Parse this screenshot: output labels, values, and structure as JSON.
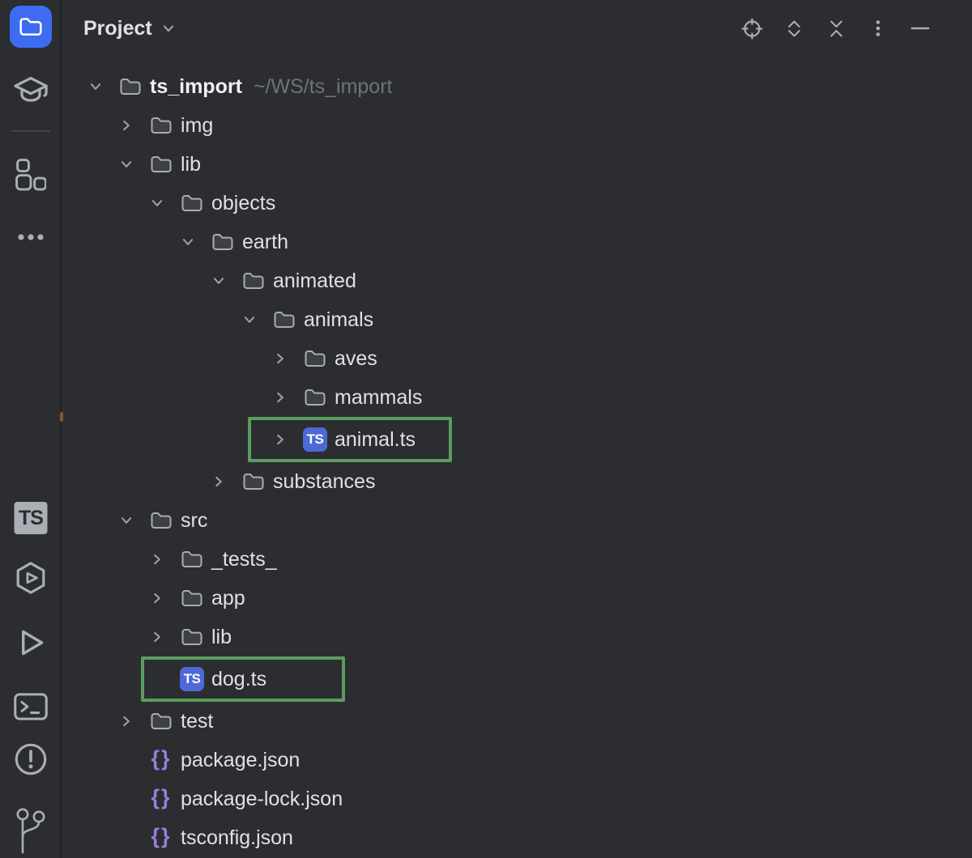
{
  "colors": {
    "background": "#2B2D30",
    "panel_divider": "#1E1F22",
    "text_primary": "#DFE1E5",
    "text_muted": "#6E727A",
    "icon_gray": "#ABAEB5",
    "accent_blue": "#3D6CF2",
    "ts_file_blue": "#4E68D8",
    "json_purple": "#9B7CDE",
    "selection_green": "#5C9C5E",
    "folder_fill": "#3E4045"
  },
  "header": {
    "title": "Project",
    "actions": [
      "locate-opened-file",
      "expand-all",
      "collapse-all",
      "more-options",
      "hide-panel"
    ]
  },
  "sidebar": {
    "top_items": [
      "project",
      "learn",
      "structure",
      "more-tool-windows"
    ],
    "bottom_items": [
      "typescript",
      "services",
      "run",
      "terminal",
      "problems",
      "version-control"
    ],
    "ts_badge_label": "TS",
    "active_item": "project"
  },
  "tree": {
    "ts_badge_label": "TS",
    "json_badge_glyph": "{}",
    "items": [
      {
        "label": "ts_import",
        "hint": "~/WS/ts_import",
        "level": 0,
        "arrow": "down",
        "icon": "folder",
        "bold": true
      },
      {
        "label": "img",
        "level": 1,
        "arrow": "right",
        "icon": "folder"
      },
      {
        "label": "lib",
        "level": 1,
        "arrow": "down",
        "icon": "folder"
      },
      {
        "label": "objects",
        "level": 2,
        "arrow": "down",
        "icon": "folder"
      },
      {
        "label": "earth",
        "level": 3,
        "arrow": "down",
        "icon": "folder"
      },
      {
        "label": "animated",
        "level": 4,
        "arrow": "down",
        "icon": "folder"
      },
      {
        "label": "animals",
        "level": 5,
        "arrow": "down",
        "icon": "folder"
      },
      {
        "label": "aves",
        "level": 6,
        "arrow": "right",
        "icon": "folder"
      },
      {
        "label": "mammals",
        "level": 6,
        "arrow": "right",
        "icon": "folder"
      },
      {
        "label": "animal.ts",
        "level": 6,
        "arrow": "right",
        "icon": "typescript",
        "selected": true
      },
      {
        "label": "substances",
        "level": 4,
        "arrow": "right",
        "icon": "folder"
      },
      {
        "label": "src",
        "level": 1,
        "arrow": "down",
        "icon": "folder"
      },
      {
        "label": "_tests_",
        "level": 2,
        "arrow": "right",
        "icon": "folder"
      },
      {
        "label": "app",
        "level": 2,
        "arrow": "right",
        "icon": "folder"
      },
      {
        "label": "lib",
        "level": 2,
        "arrow": "right",
        "icon": "folder"
      },
      {
        "label": "dog.ts",
        "level": 2,
        "arrow": null,
        "icon": "typescript",
        "selected": true
      },
      {
        "label": "test",
        "level": 1,
        "arrow": "right",
        "icon": "folder"
      },
      {
        "label": "package.json",
        "level": 1,
        "arrow": null,
        "icon": "json"
      },
      {
        "label": "package-lock.json",
        "level": 1,
        "arrow": null,
        "icon": "json"
      },
      {
        "label": "tsconfig.json",
        "level": 1,
        "arrow": null,
        "icon": "json"
      }
    ]
  }
}
